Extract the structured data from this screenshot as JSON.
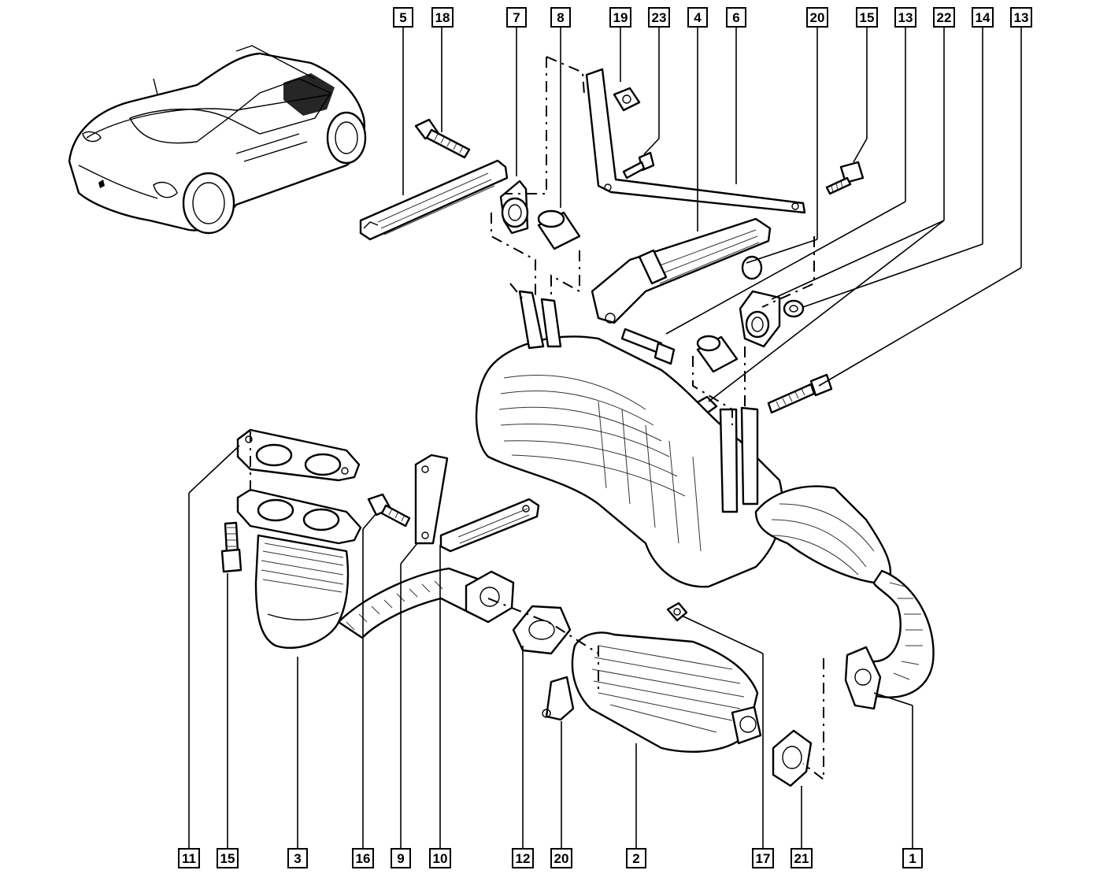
{
  "callouts_top": [
    {
      "label": "5"
    },
    {
      "label": "18"
    },
    {
      "label": "7"
    },
    {
      "label": "8"
    },
    {
      "label": "19"
    },
    {
      "label": "23"
    },
    {
      "label": "4"
    },
    {
      "label": "6"
    },
    {
      "label": "20"
    },
    {
      "label": "15"
    },
    {
      "label": "13"
    },
    {
      "label": "22"
    },
    {
      "label": "14"
    },
    {
      "label": "13"
    }
  ],
  "callouts_bottom": [
    {
      "label": "11"
    },
    {
      "label": "15"
    },
    {
      "label": "3"
    },
    {
      "label": "16"
    },
    {
      "label": "9"
    },
    {
      "label": "10"
    },
    {
      "label": "12"
    },
    {
      "label": "20"
    },
    {
      "label": "2"
    },
    {
      "label": "17"
    },
    {
      "label": "21"
    },
    {
      "label": "1"
    }
  ],
  "colors": {
    "line": "#000000",
    "background": "#ffffff"
  }
}
